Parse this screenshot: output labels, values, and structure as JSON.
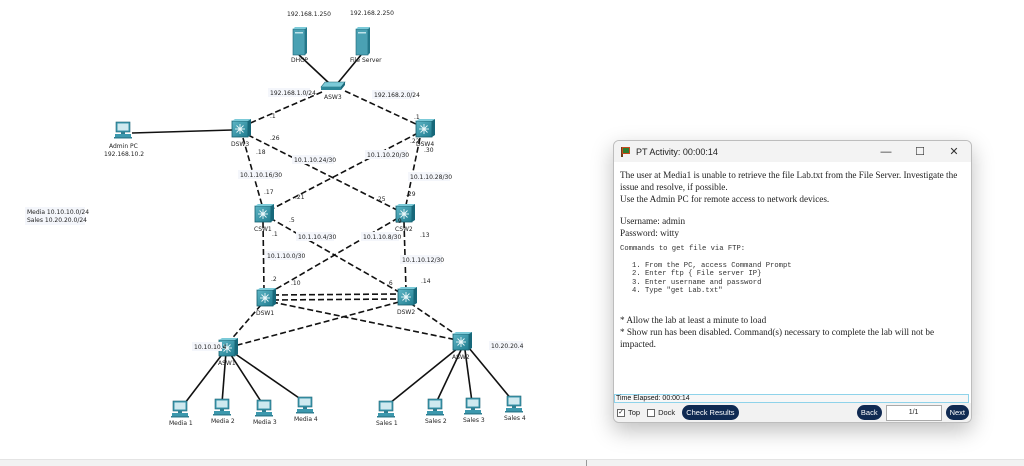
{
  "topology": {
    "nodes": {
      "dhcp": {
        "label": "DHCP",
        "ip": "192.168.1.250"
      },
      "file_server": {
        "label": "File Server",
        "ip": "192.168.2.250"
      },
      "asw3": {
        "label": "ASW3"
      },
      "dsw3": {
        "label": "DSW3"
      },
      "dsw4": {
        "label": "DSW4"
      },
      "admin_pc": {
        "label": "Admin PC",
        "ip": "192.168.10.2"
      },
      "csw1": {
        "label": "CSW1"
      },
      "csw2": {
        "label": "CSW2"
      },
      "dsw1": {
        "label": "DSW1"
      },
      "dsw2": {
        "label": "DSW2"
      },
      "asw1": {
        "label": "ASW1",
        "ip": "10.10.10.4"
      },
      "asw2": {
        "label": "ASW2",
        "ip": "10.20.20.4"
      },
      "media1": {
        "label": "Media 1"
      },
      "media2": {
        "label": "Media 2"
      },
      "media3": {
        "label": "Media 3"
      },
      "media4": {
        "label": "Media 4"
      },
      "sales1": {
        "label": "Sales 1"
      },
      "sales2": {
        "label": "Sales 2"
      },
      "sales3": {
        "label": "Sales 3"
      },
      "sales4": {
        "label": "Sales 4"
      }
    },
    "subnet_labels": {
      "asw3_dsw3": "192.168.1.0/24",
      "asw3_dsw4": "192.168.2.0/24",
      "dsw3_csw1": "10.1.10.16/30",
      "dsw3_csw2": "10.1.10.24/30",
      "dsw4_csw1": "10.1.10.20/30",
      "dsw4_csw2": "10.1.10.28/30",
      "csw1_dsw1": "10.1.10.0/30",
      "csw1_dsw2": "10.1.10.4/30",
      "csw2_dsw1": "10.1.10.8/30",
      "csw2_dsw2": "10.1.10.12/30"
    },
    "interface_labels": {
      "dsw3_up": ".1",
      "dsw3_26": ".26",
      "dsw3_18": ".18",
      "dsw4_up": ".1",
      "dsw4_22": ".22",
      "dsw4_30": ".30",
      "csw1_17": ".17",
      "csw1_21": ".21",
      "csw1_5": ".5",
      "csw1_1": ".1",
      "csw2_25": ".25",
      "csw2_29": ".29",
      "csw2_9": ".9",
      "csw2_13": ".13",
      "dsw1_2": ".2",
      "dsw1_10": ".10",
      "dsw2_6": ".6",
      "dsw2_14": ".14"
    },
    "legend": {
      "media": "Media 10.10.10.0/24",
      "sales": "Sales 10.20.20.0/24"
    }
  },
  "dialog": {
    "title": "PT Activity: 00:00:14",
    "window_buttons": {
      "minimize": "—",
      "maximize": "☐",
      "close": "✕"
    },
    "intro_lines": [
      "The user at Media1 is unable to retrieve the file Lab.txt from the File Server. Investigate the issue and resolve, if possible.",
      "Use the Admin PC for remote access to network devices."
    ],
    "username": "Username: admin",
    "password": "Password: witty",
    "commands_heading": "Commands to get file via FTP:",
    "steps": [
      "1. From the PC, access Command Prompt",
      "2. Enter ftp { File server IP}",
      "3. Enter username and password",
      "4. Type \"get Lab.txt\""
    ],
    "notes": [
      "* Allow the lab at least a minute to load",
      "* Show run has been disabled. Command(s) necessary to complete the lab will not be impacted."
    ],
    "time_elapsed": "Time Elapsed: 00:00:14",
    "top_checkbox": {
      "label": "Top",
      "checked": true
    },
    "dock_checkbox": {
      "label": "Dock",
      "checked": false
    },
    "check_results_label": "Check Results",
    "back_label": "Back",
    "page_indicator": "1/1",
    "next_label": "Next"
  }
}
